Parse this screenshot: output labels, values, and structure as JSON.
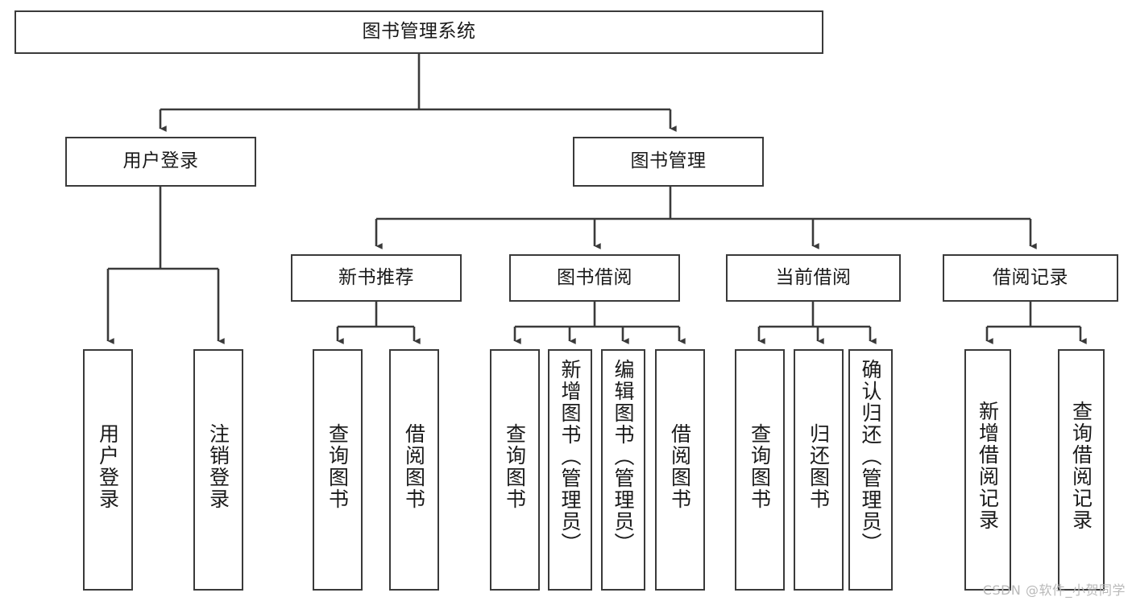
{
  "diagram": {
    "title": "图书管理系统",
    "type": "tree-hierarchy",
    "root": {
      "id": "root",
      "label": "图书管理系统"
    },
    "level2": [
      {
        "id": "user-login",
        "label": "用户登录"
      },
      {
        "id": "book-management",
        "label": "图书管理"
      }
    ],
    "level3": [
      {
        "id": "new-book-recommend",
        "label": "新书推荐",
        "parent": "book-management"
      },
      {
        "id": "book-borrow",
        "label": "图书借阅",
        "parent": "book-management"
      },
      {
        "id": "current-borrow",
        "label": "当前借阅",
        "parent": "book-management"
      },
      {
        "id": "borrow-record",
        "label": "借阅记录",
        "parent": "book-management"
      }
    ],
    "leaves": [
      {
        "id": "leaf-user-login",
        "label": "用户登录",
        "parent": "user-login"
      },
      {
        "id": "leaf-logout-login",
        "label": "注销登录",
        "parent": "user-login"
      },
      {
        "id": "leaf-query-book-1",
        "label": "查询图书",
        "parent": "new-book-recommend"
      },
      {
        "id": "leaf-borrow-book-1",
        "label": "借阅图书",
        "parent": "new-book-recommend"
      },
      {
        "id": "leaf-query-book-2",
        "label": "查询图书",
        "parent": "book-borrow"
      },
      {
        "id": "leaf-add-book",
        "label": "新增图书（管理员）",
        "parent": "book-borrow"
      },
      {
        "id": "leaf-edit-book",
        "label": "编辑图书（管理员）",
        "parent": "book-borrow"
      },
      {
        "id": "leaf-borrow-book-2",
        "label": "借阅图书",
        "parent": "book-borrow"
      },
      {
        "id": "leaf-query-book-3",
        "label": "查询图书",
        "parent": "current-borrow"
      },
      {
        "id": "leaf-return-book",
        "label": "归还图书",
        "parent": "current-borrow"
      },
      {
        "id": "leaf-confirm-return",
        "label": "确认归还（管理员）",
        "parent": "current-borrow"
      },
      {
        "id": "leaf-add-record",
        "label": "新增借阅记录",
        "parent": "borrow-record"
      },
      {
        "id": "leaf-query-record",
        "label": "查询借阅记录",
        "parent": "borrow-record"
      }
    ]
  },
  "watermark": {
    "text": "CSDN @软件_小贺同学"
  },
  "colors": {
    "background": "#ffffff",
    "box_border": "#3a3a3a",
    "connector": "#3a3a3a",
    "text": "#1a1a1a",
    "watermark": "#b9b9b9"
  }
}
